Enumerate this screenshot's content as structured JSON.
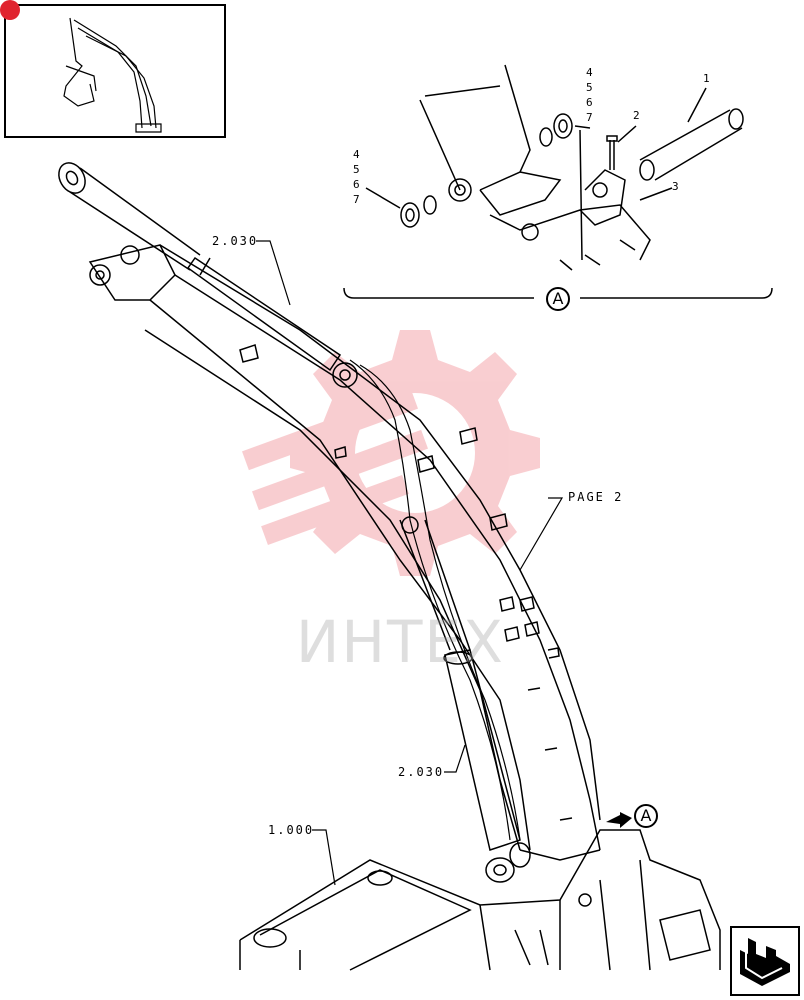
{
  "watermark": {
    "text": "ИНТЕХ",
    "color": "#e8505a"
  },
  "detail": {
    "letter": "A",
    "pointer_letter": "A",
    "callouts": {
      "left_stack": [
        "4",
        "5",
        "6",
        "7"
      ],
      "right_stack": [
        "4",
        "5",
        "6",
        "7"
      ],
      "item_1": "1",
      "item_2": "2",
      "item_3": "3"
    }
  },
  "references": {
    "boom_cylinder_top": "2.030",
    "boom_cylinder_bottom": "2.030",
    "page": "PAGE 2",
    "base": "1.000"
  },
  "icons": {
    "thumbnail": "excavator-boom-thumbnail-icon",
    "nav": "next-page-arrow-icon"
  },
  "colors": {
    "badge": "#e0242f",
    "line": "#000000"
  }
}
